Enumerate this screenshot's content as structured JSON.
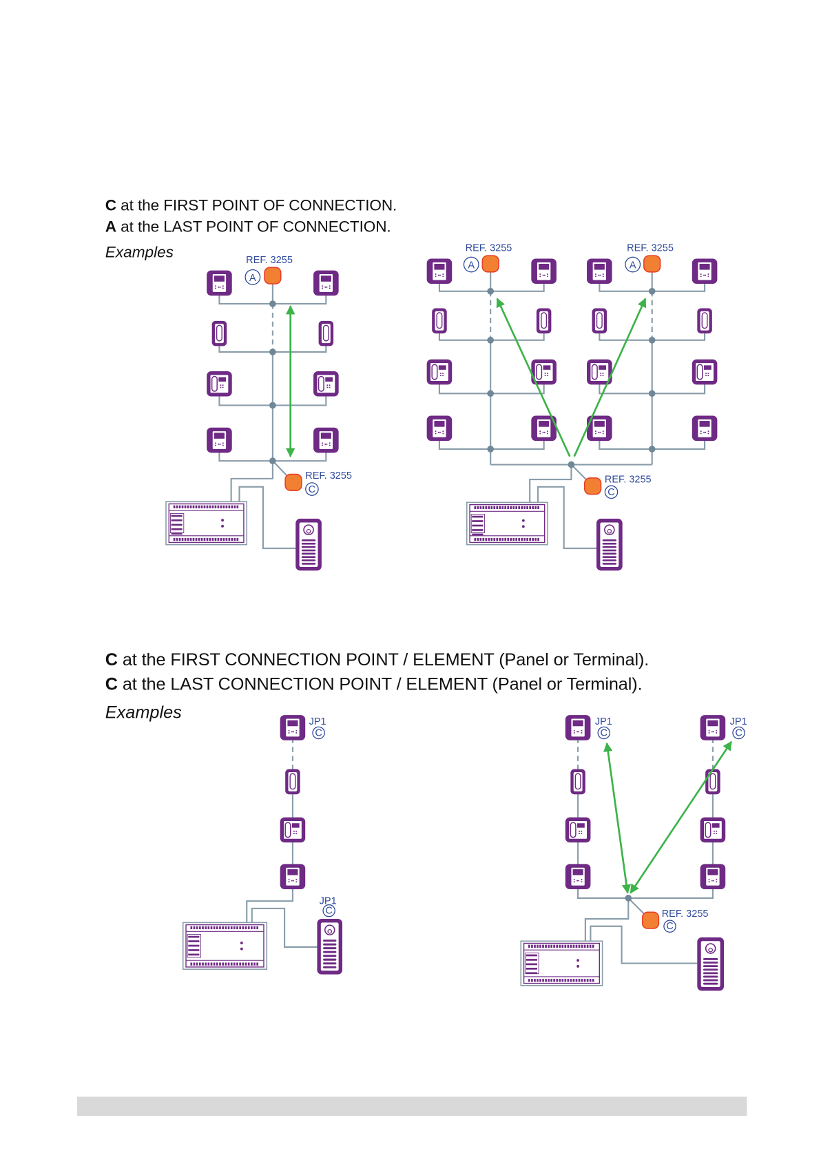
{
  "section1": {
    "rule1": {
      "letter": "C",
      "text": " at the FIRST POINT OF CONNECTION."
    },
    "rule2": {
      "letter": "A",
      "text": " at the LAST POINT OF CONNECTION."
    },
    "examples_label": "Examples"
  },
  "section2": {
    "rule1": {
      "letter": "C",
      "text": " at the FIRST CONNECTION POINT / ELEMENT (Panel or Terminal)."
    },
    "rule2": {
      "letter": "C",
      "text": " at the LAST CONNECTION POINT / ELEMENT (Panel or Terminal)."
    },
    "examples_label": "Examples"
  },
  "labels": {
    "ref": "REF. 3255",
    "jp": "JP1",
    "mark_a": "A",
    "mark_c": "C"
  },
  "colors": {
    "terminal": "#6e2a84",
    "wire": "#8a9daa",
    "node": "#6f8796",
    "resistor_fill": "#f28032",
    "resistor_border": "#e8402a",
    "arrow": "#3db34a",
    "label": "#2f4a9c",
    "footer_bar": "#d9d9d9"
  }
}
